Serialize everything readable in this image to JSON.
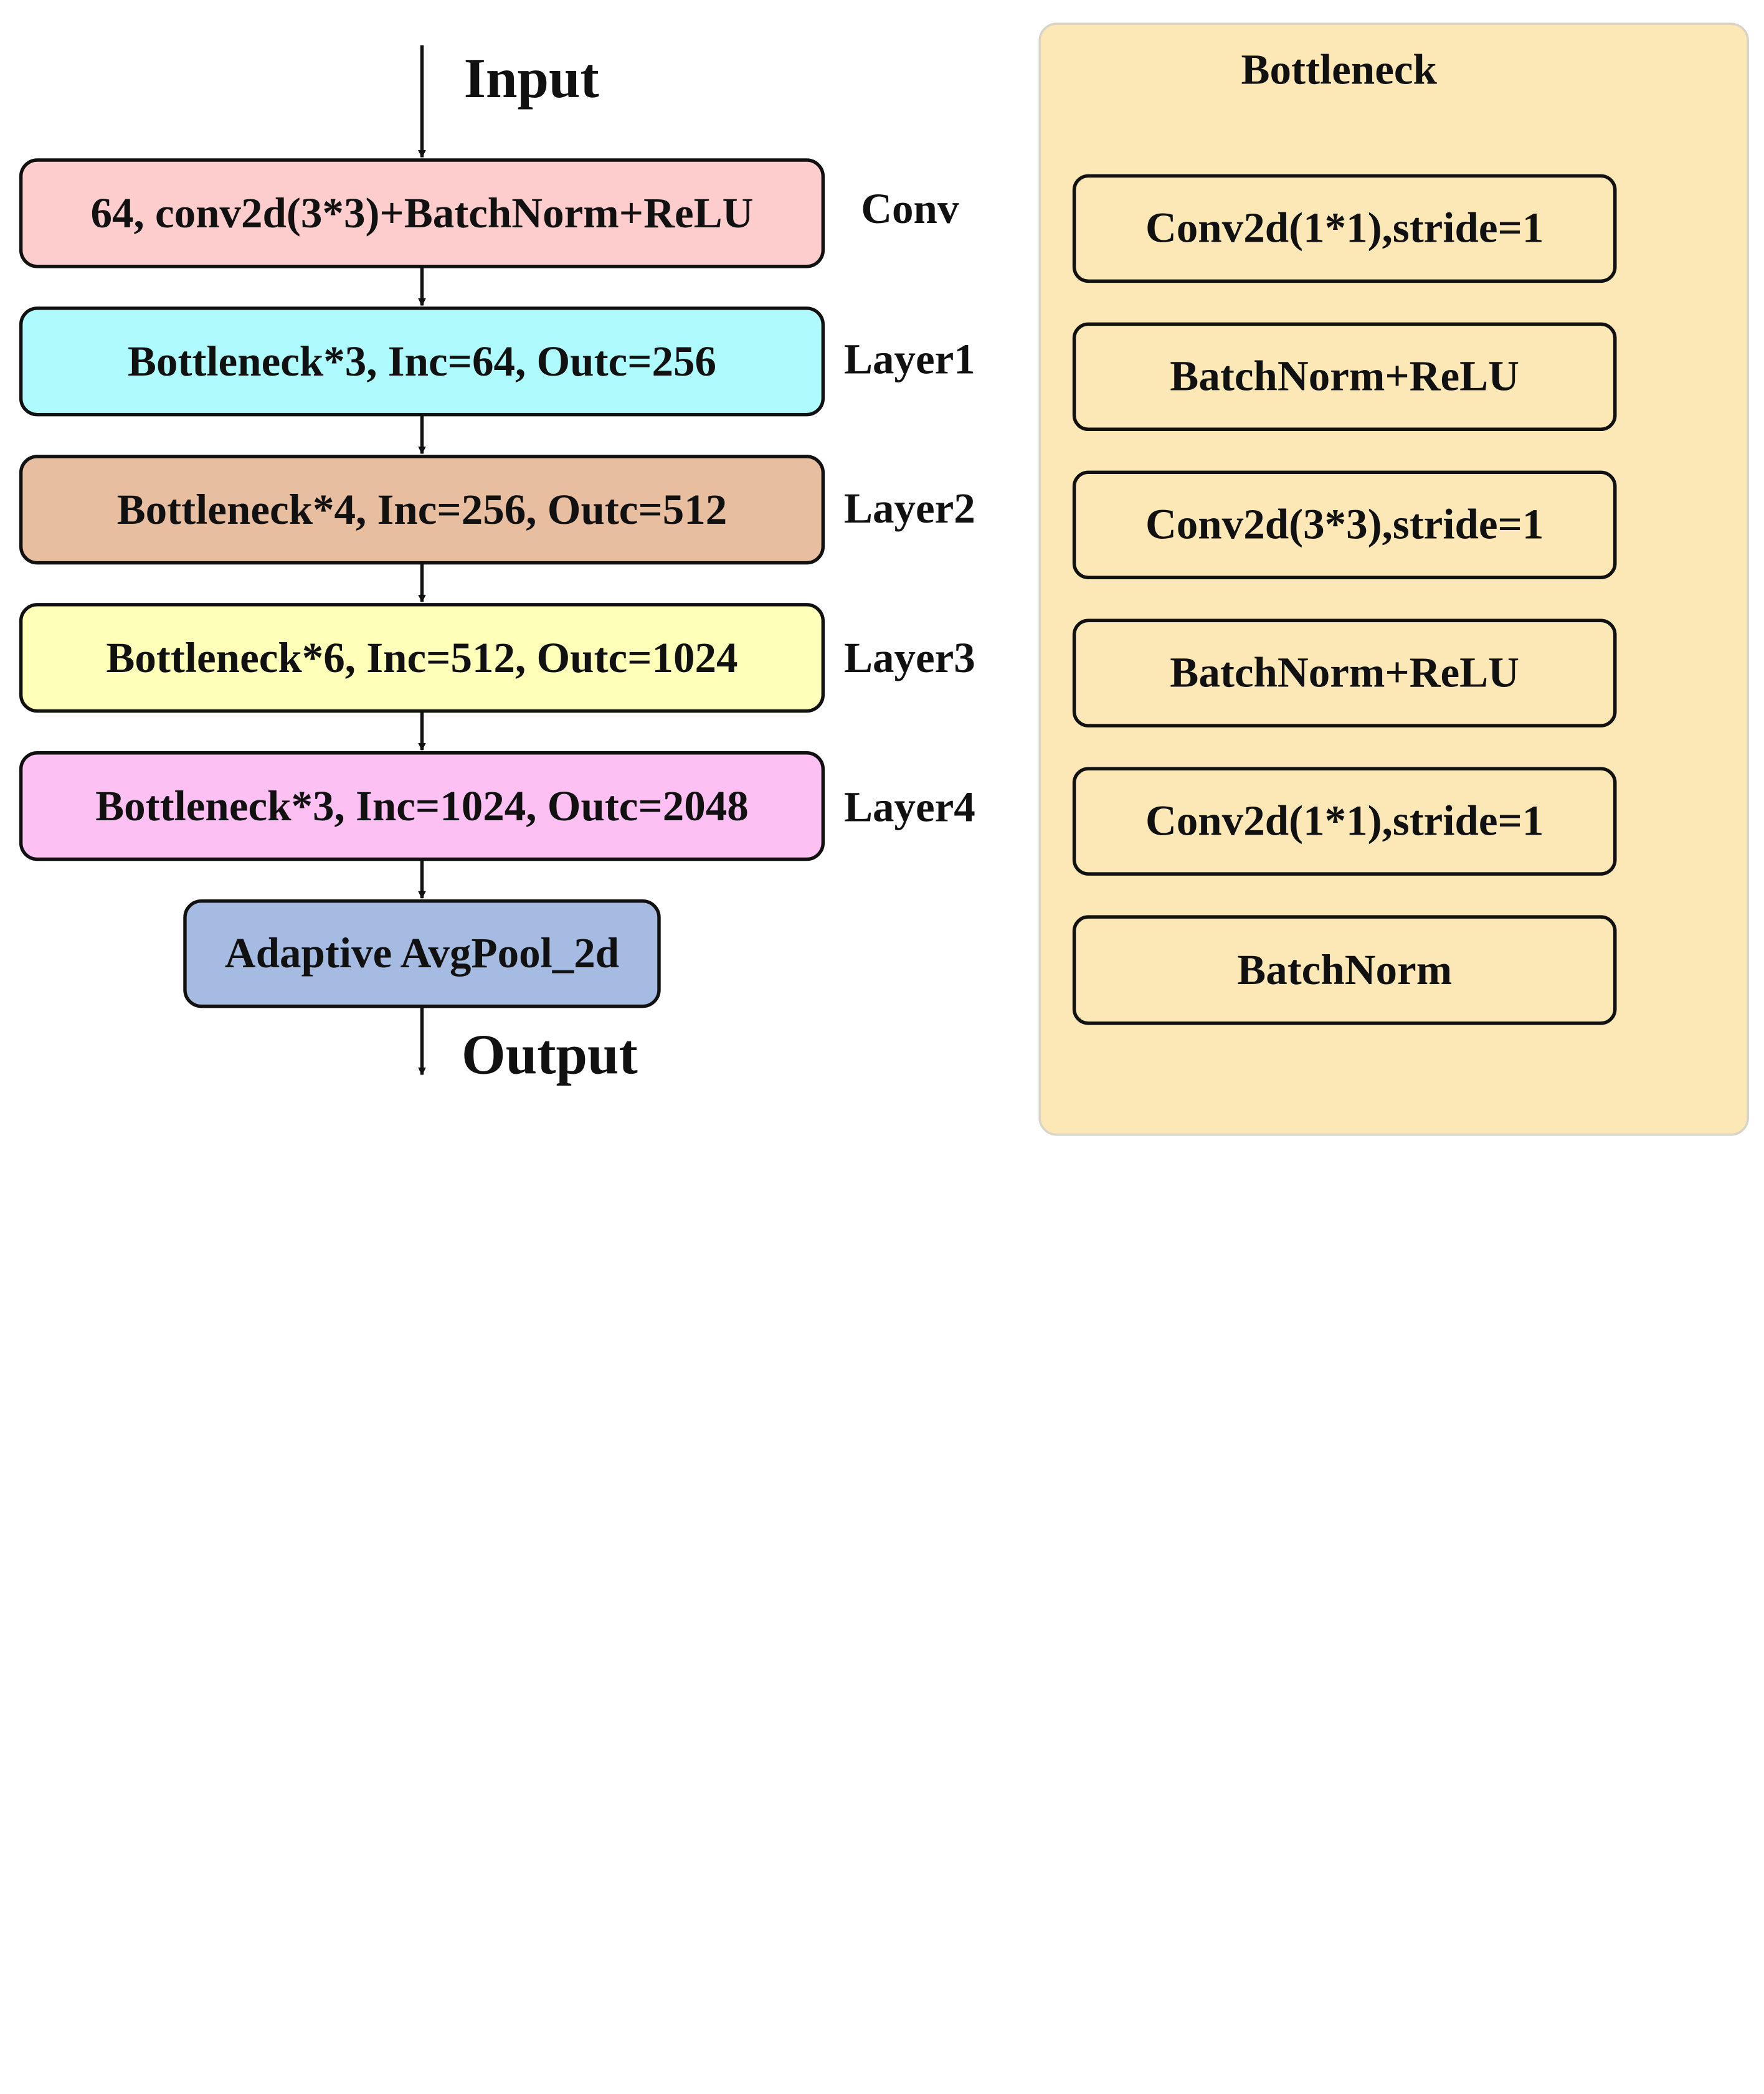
{
  "main_flow": {
    "input_label": "Input",
    "output_label": "Output",
    "blocks": [
      {
        "text": "64, conv2d(3*3)+BatchNorm+ReLU",
        "side_label": "Conv",
        "color": "#fdcdcd"
      },
      {
        "text": "Bottleneck*3, Inc=64, Outc=256",
        "side_label": "Layer1",
        "color": "#aefafd"
      },
      {
        "text": "Bottleneck*4, Inc=256, Outc=512",
        "side_label": "Layer2",
        "color": "#e8bea0"
      },
      {
        "text": "Bottleneck*6, Inc=512, Outc=1024",
        "side_label": "Layer3",
        "color": "#feffb8"
      },
      {
        "text": "Bottleneck*3, Inc=1024, Outc=2048",
        "side_label": "Layer4",
        "color": "#fdc0f2"
      }
    ],
    "pool_block": {
      "text": "Adaptive AvgPool_2d",
      "color": "#a6bbe2"
    }
  },
  "bottleneck_panel": {
    "title": "Bottleneck",
    "background_color": "#fce8b6",
    "steps": [
      "Conv2d(1*1),stride=1",
      "BatchNorm+ReLU",
      "Conv2d(3*3),stride=1",
      "BatchNorm+ReLU",
      "Conv2d(1*1),stride=1",
      "BatchNorm"
    ]
  }
}
